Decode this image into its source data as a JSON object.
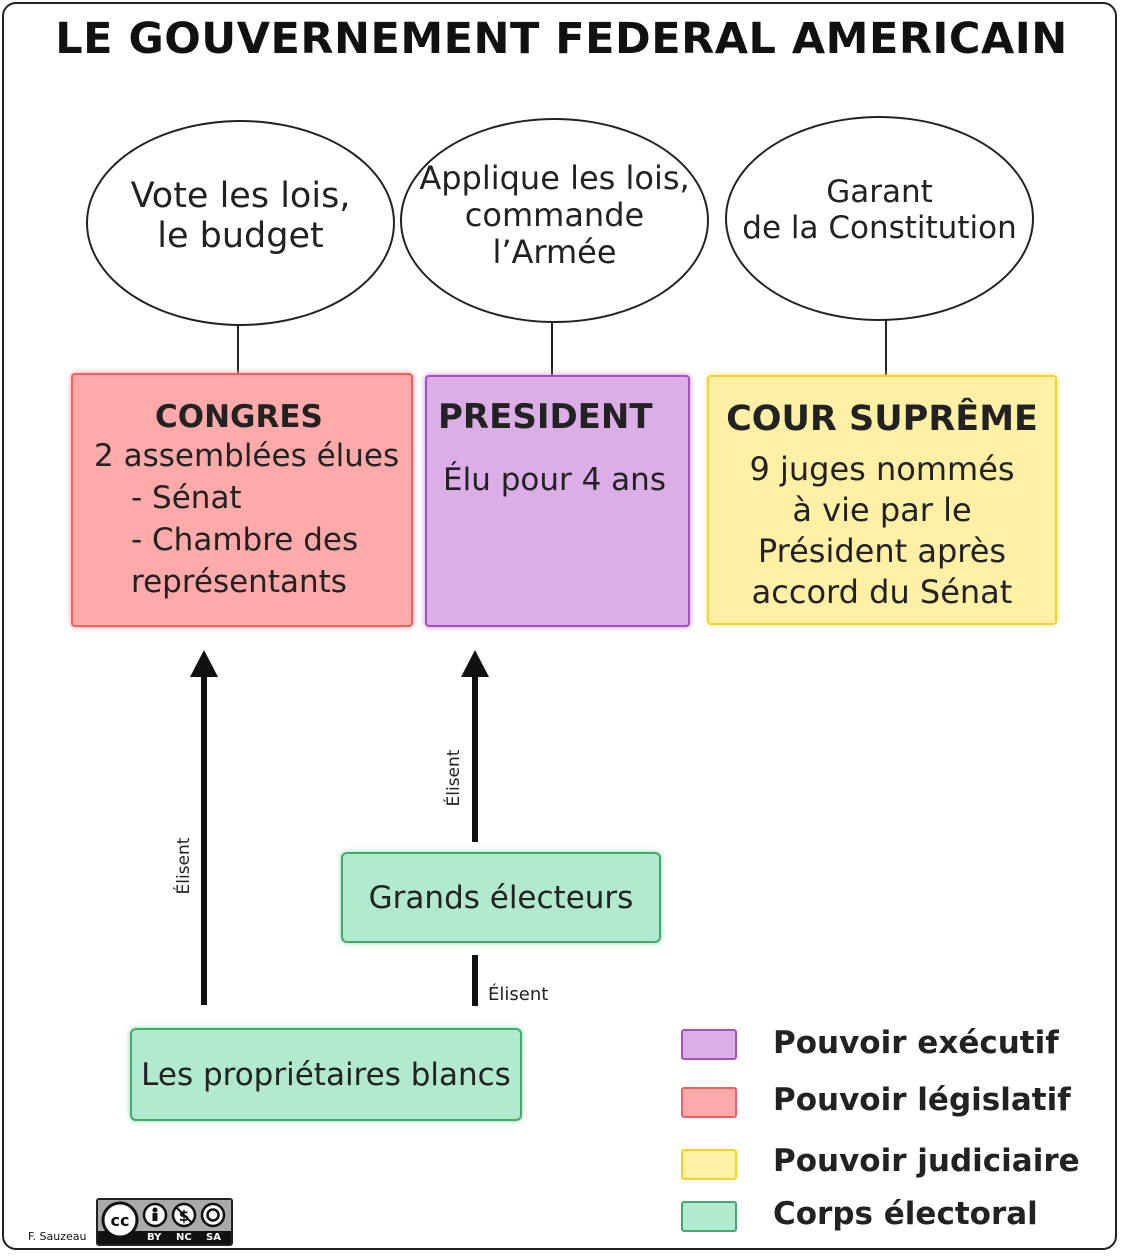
{
  "title": "LE GOUVERNEMENT FEDERAL AMERICAIN",
  "ellipses": [
    {
      "text": "Vote les lois,\nle budget"
    },
    {
      "text": "Applique les lois,\ncommande\nl’Armée"
    },
    {
      "text": "Garant\nde la Constitution"
    }
  ],
  "congres": {
    "title": "CONGRES",
    "line1": "2 assemblées élues",
    "line2": "- Sénat",
    "line3": "- Chambre des",
    "line4": "représentants"
  },
  "president": {
    "title": "PRESIDENT",
    "line1": "Élu pour 4 ans"
  },
  "cour": {
    "title": "COUR SUPRÊME",
    "body": "9 juges nommés\nà vie par le\n Président après\naccord du Sénat"
  },
  "grands_electeurs": "Grands électeurs",
  "proprietaires": "Les propriétaires blancs",
  "arrows": {
    "left_label": "Élisent",
    "middle_label": "Élisent",
    "bottom_label": "Élisent"
  },
  "legend": [
    {
      "label": "Pouvoir exécutif",
      "fill": "#dcaee8",
      "border": "#a450c8"
    },
    {
      "label": "Pouvoir législatif",
      "fill": "#ffaaaa",
      "border": "#f06060"
    },
    {
      "label": "Pouvoir judiciaire",
      "fill": "#fff0a6",
      "border": "#f5d02e"
    },
    {
      "label": "Corps électoral",
      "fill": "#b2ead0",
      "border": "#45a86c"
    }
  ],
  "credit": {
    "author": "F. Sauzeau",
    "license_by": "BY",
    "license_nc": "NC",
    "license_sa": "SA"
  }
}
